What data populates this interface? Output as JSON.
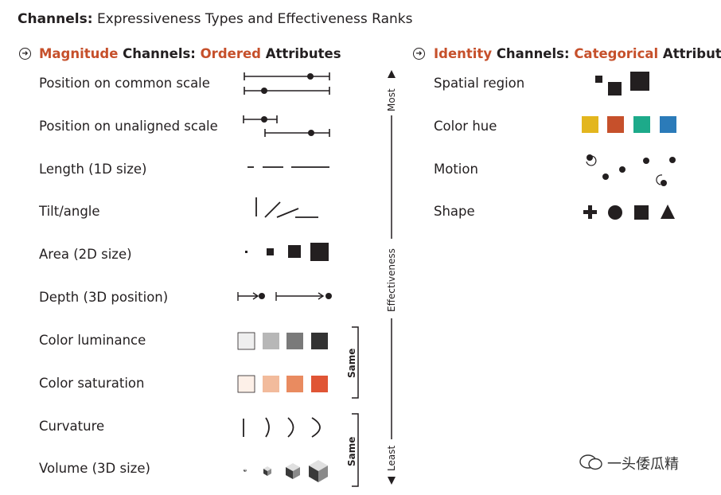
{
  "title": {
    "bold": "Channels:",
    "rest": "Expressiveness Types and Effectiveness Ranks"
  },
  "magnitude_header": {
    "accent1": "Magnitude",
    "mid": "Channels:",
    "accent2": "Ordered",
    "tail": "Attributes"
  },
  "identity_header": {
    "accent1": "Identity",
    "mid": "Channels:",
    "accent2": "Categorical",
    "tail": "Attributes"
  },
  "magnitude_channels": [
    "Position on common scale",
    "Position on unaligned scale",
    "Length (1D size)",
    "Tilt/angle",
    "Area (2D size)",
    "Depth (3D position)",
    "Color luminance",
    "Color saturation",
    "Curvature",
    "Volume (3D size)"
  ],
  "identity_channels": [
    "Spatial region",
    "Color hue",
    "Motion",
    "Shape"
  ],
  "effectiveness_axis": {
    "top": "Most",
    "middle": "Effectiveness",
    "bottom": "Least"
  },
  "same_labels": [
    "Same",
    "Same"
  ],
  "colors": {
    "accent": "#c6502b",
    "luminance": [
      "#efefef",
      "#b7b7b7",
      "#7a7a7a",
      "#333333"
    ],
    "saturation": [
      "#fdf0e8",
      "#f2bb9c",
      "#e98b60",
      "#e05535"
    ],
    "hue": [
      "#e3b61e",
      "#c6502b",
      "#1daa8a",
      "#2b7bb9"
    ]
  },
  "watermark": "一头倭瓜精"
}
